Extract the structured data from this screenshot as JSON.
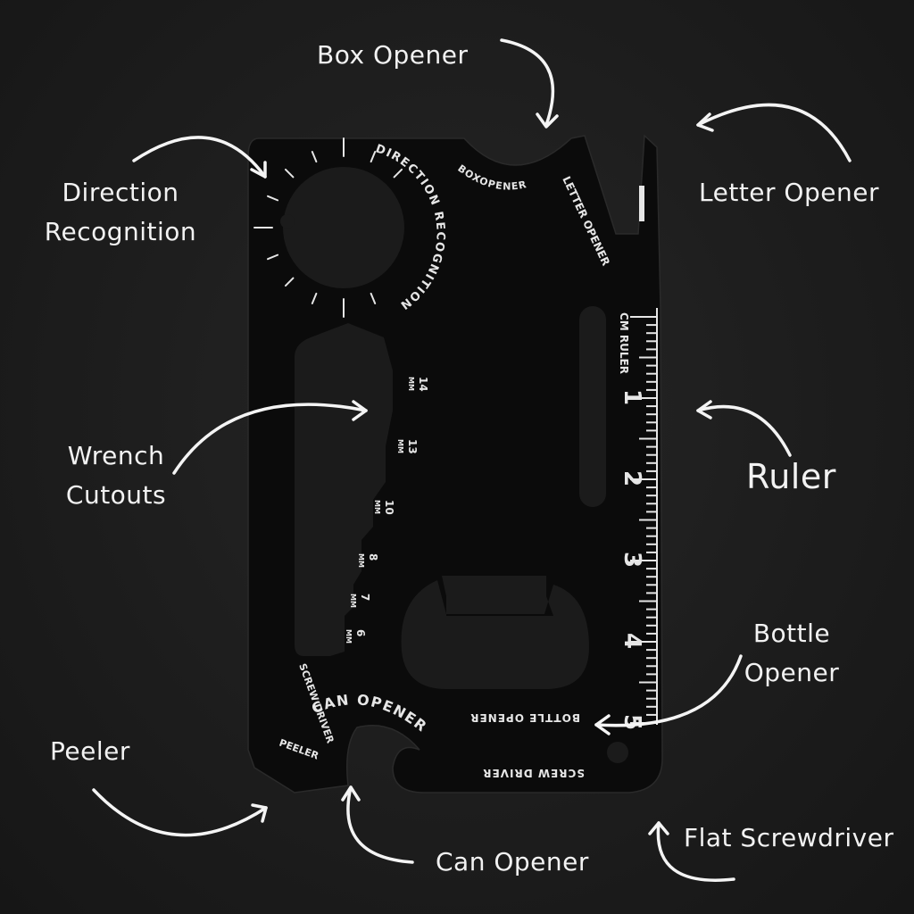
{
  "callouts": {
    "box_opener": "Box Opener",
    "letter_opener": "Letter Opener",
    "direction_recognition_line1": "Direction",
    "direction_recognition_line2": "Recognition",
    "wrench_cutouts_line1": "Wrench",
    "wrench_cutouts_line2": "Cutouts",
    "ruler": "Ruler",
    "bottle_opener_line1": "Bottle",
    "bottle_opener_line2": "Opener",
    "peeler": "Peeler",
    "can_opener": "Can Opener",
    "flat_screwdriver": "Flat Screwdriver"
  },
  "engravings": {
    "direction": "DIRECTION RECOGNITION",
    "boxopener": "BOXOPENER",
    "letter_opener": "LETTER OPENER",
    "cm_ruler": "CM RULER",
    "can_opener": "CAN OPENER",
    "screw_driver_left": "SCREW DRIVER",
    "peeler": "PEELER",
    "bottle_opener": "BOTTLE OPENER",
    "screw_driver_bottom": "SCREW DRIVER",
    "mm_unit": "MM"
  },
  "wrench_sizes": [
    "14",
    "13",
    "10",
    "8",
    "7",
    "6"
  ],
  "ruler_numbers": [
    "1",
    "2",
    "3",
    "4",
    "5"
  ],
  "colors": {
    "card": "#0b0b0b",
    "engraving": "#e6e6e6",
    "background": "#1c1c1c"
  }
}
